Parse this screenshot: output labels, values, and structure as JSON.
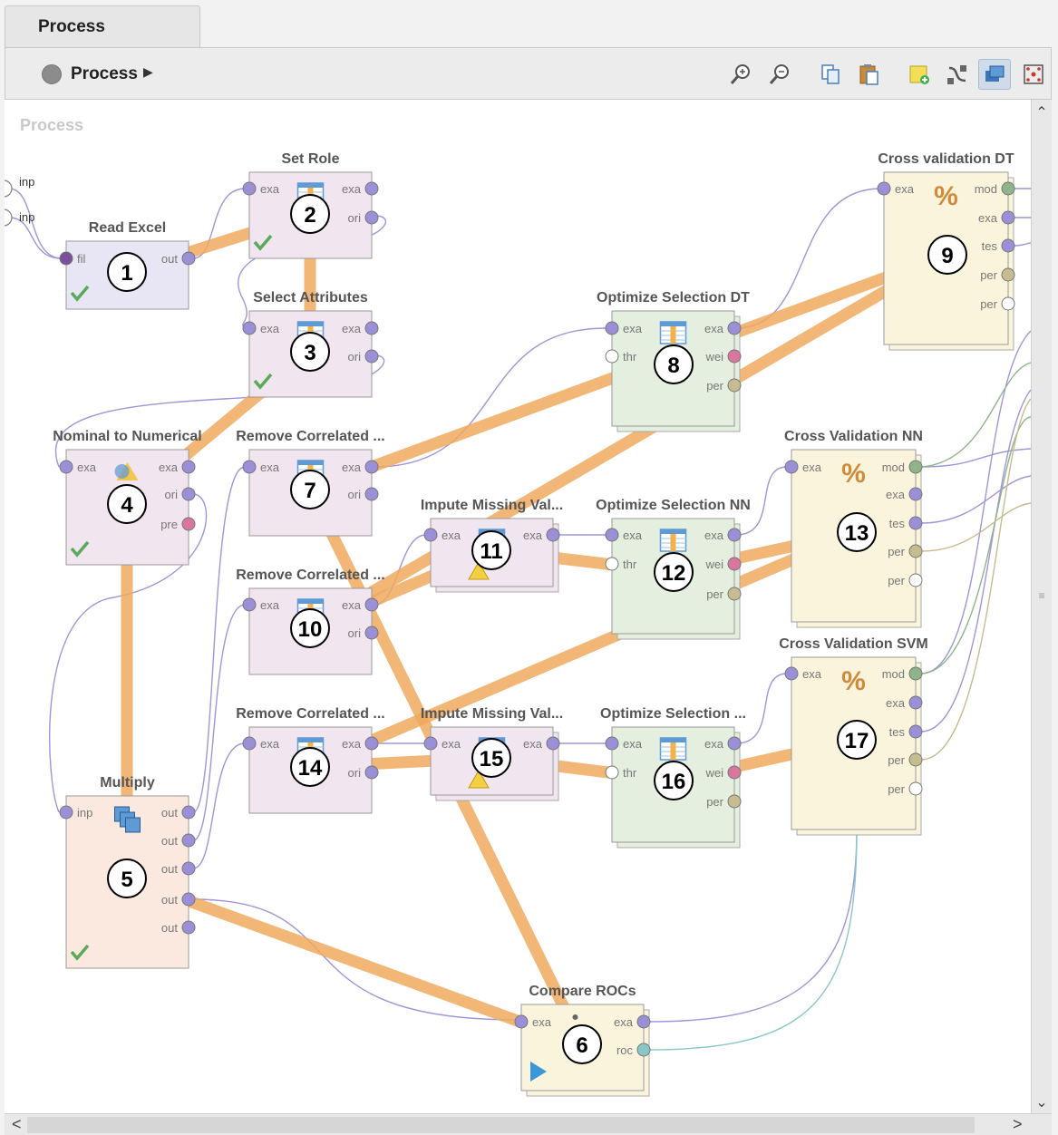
{
  "tab": {
    "label": "Process"
  },
  "breadcrumb": {
    "label": "Process"
  },
  "toolbar": {
    "buttons": [
      {
        "name": "zoom-in-icon"
      },
      {
        "name": "zoom-out-icon"
      },
      {
        "name": "copy-icon"
      },
      {
        "name": "paste-icon"
      },
      {
        "name": "add-note-icon"
      },
      {
        "name": "auto-wire-icon"
      },
      {
        "name": "layers-icon",
        "active": true
      },
      {
        "name": "arrange-icon"
      }
    ]
  },
  "canvas": {
    "title": "Process"
  },
  "inputs": [
    "inp",
    "inp"
  ],
  "operators": [
    {
      "id": "read-excel",
      "title": "Read Excel",
      "number": "1",
      "color": "#e8e6f4",
      "status": "check",
      "in": [
        "fil"
      ],
      "out": [
        "out"
      ]
    },
    {
      "id": "set-role",
      "title": "Set Role",
      "number": "2",
      "color": "#f1e5ef",
      "status": "check",
      "in": [
        "exa"
      ],
      "out": [
        "exa",
        "ori"
      ]
    },
    {
      "id": "select-attributes",
      "title": "Select Attributes",
      "number": "3",
      "color": "#f1e5ef",
      "status": "check",
      "in": [
        "exa"
      ],
      "out": [
        "exa",
        "ori"
      ]
    },
    {
      "id": "nominal-to-numerical",
      "title": "Nominal to Numerical",
      "number": "4",
      "color": "#f1e5ef",
      "status": "check",
      "in": [
        "exa"
      ],
      "out": [
        "exa",
        "ori",
        "pre"
      ]
    },
    {
      "id": "multiply",
      "title": "Multiply",
      "number": "5",
      "color": "#fbe9e0",
      "status": "check",
      "in": [
        "inp"
      ],
      "out": [
        "out",
        "out",
        "out",
        "out",
        "out"
      ]
    },
    {
      "id": "compare-rocs",
      "title": "Compare ROCs",
      "number": "6",
      "color": "#fbf4dc",
      "status": "play",
      "in": [
        "exa"
      ],
      "out": [
        "exa",
        "roc"
      ]
    },
    {
      "id": "remove-correlated-1",
      "title": "Remove Correlated ...",
      "number": "7",
      "color": "#f1e5ef",
      "status": "",
      "in": [
        "exa"
      ],
      "out": [
        "exa",
        "ori"
      ]
    },
    {
      "id": "optimize-selection-dt",
      "title": "Optimize Selection DT",
      "number": "8",
      "color": "#e4efe0",
      "status": "",
      "in": [
        "exa",
        "thr"
      ],
      "out": [
        "exa",
        "wei",
        "per"
      ]
    },
    {
      "id": "cross-validation-dt",
      "title": "Cross validation DT",
      "number": "9",
      "color": "#fbf4dc",
      "status": "",
      "in": [
        "exa"
      ],
      "out": [
        "mod",
        "exa",
        "tes",
        "per",
        "per"
      ]
    },
    {
      "id": "remove-correlated-2",
      "title": "Remove Correlated ...",
      "number": "10",
      "color": "#f1e5ef",
      "status": "",
      "in": [
        "exa"
      ],
      "out": [
        "exa",
        "ori"
      ]
    },
    {
      "id": "impute-missing-1",
      "title": "Impute Missing Val...",
      "number": "11",
      "color": "#f1e5ef",
      "status": "warning",
      "in": [
        "exa"
      ],
      "out": [
        "exa"
      ]
    },
    {
      "id": "optimize-selection-nn",
      "title": "Optimize Selection NN",
      "number": "12",
      "color": "#e4efe0",
      "status": "",
      "in": [
        "exa",
        "thr"
      ],
      "out": [
        "exa",
        "wei",
        "per"
      ]
    },
    {
      "id": "cross-validation-nn",
      "title": "Cross Validation NN",
      "number": "13",
      "color": "#fbf4dc",
      "status": "",
      "in": [
        "exa"
      ],
      "out": [
        "mod",
        "exa",
        "tes",
        "per",
        "per"
      ]
    },
    {
      "id": "remove-correlated-3",
      "title": "Remove Correlated ...",
      "number": "14",
      "color": "#f1e5ef",
      "status": "",
      "in": [
        "exa"
      ],
      "out": [
        "exa",
        "ori"
      ]
    },
    {
      "id": "impute-missing-2",
      "title": "Impute Missing Val...",
      "number": "15",
      "color": "#f1e5ef",
      "status": "warning",
      "in": [
        "exa"
      ],
      "out": [
        "exa"
      ]
    },
    {
      "id": "optimize-selection-svm",
      "title": "Optimize Selection ...",
      "number": "16",
      "color": "#e4efe0",
      "status": "",
      "in": [
        "exa",
        "thr"
      ],
      "out": [
        "exa",
        "wei",
        "per"
      ]
    },
    {
      "id": "cross-validation-svm",
      "title": "Cross Validation SVM",
      "number": "17",
      "color": "#fbf4dc",
      "status": "",
      "in": [
        "exa"
      ],
      "out": [
        "mod",
        "exa",
        "tes",
        "per",
        "per"
      ]
    }
  ],
  "colors": {
    "highlight_path": "#f0a95e",
    "connection": "#9f8fd6",
    "port_purple": "#9b8fd8",
    "port_green": "#8fb48a",
    "port_tan": "#c7bc8f",
    "port_pink": "#d8769d",
    "port_teal": "#8ac6c8"
  }
}
